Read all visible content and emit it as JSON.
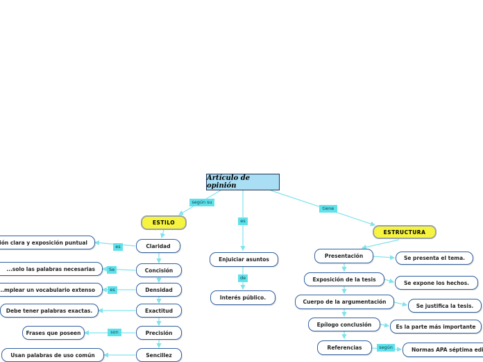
{
  "root": "Artículo de opinión",
  "branches": {
    "estilo": {
      "relation": "según su",
      "title": "ESTILO",
      "items": [
        {
          "label": "Claridad",
          "relation": "es",
          "detail": "...sión clara y exposición puntual"
        },
        {
          "label": "Concisión",
          "relation": "Se",
          "detail": "...solo las palabras necesarias"
        },
        {
          "label": "Densidad",
          "relation": "es",
          "detail": "...mplear un vocabulario extenso"
        },
        {
          "label": "Exactitud",
          "relation": "",
          "detail": "Debe tener palabras exactas."
        },
        {
          "label": "Precisión",
          "relation": "son",
          "detail": "Frases que poseen"
        },
        {
          "label": "Sencillez",
          "relation": "",
          "detail": "Usan palabras de uso común"
        }
      ]
    },
    "centro": {
      "relation": "es",
      "node": "Enjuiciar asuntos",
      "sub_relation": "de",
      "sub_node": "Interés público."
    },
    "estructura": {
      "relation": "tiene",
      "title": "ESTRUCTURA",
      "items": [
        {
          "label": "Presentación",
          "relation": "",
          "detail": "Se presenta el tema."
        },
        {
          "label": "Exposición de la tesis",
          "relation": "",
          "detail": "Se expone los hechos."
        },
        {
          "label": "Cuerpo de la argumentación",
          "relation": "",
          "detail": "Se justifica la tesis."
        },
        {
          "label": "Epílogo conclusión",
          "relation": "",
          "detail": "Es la parte más importante"
        },
        {
          "label": "Referencias",
          "relation": "según",
          "detail": "Normas APA séptima edic..."
        }
      ]
    }
  },
  "colors": {
    "root_fill": "#a9def4",
    "main_fill": "#f6f43e",
    "node_border": "#2f5f9e",
    "connector": "#7fe3ec",
    "label_fill": "#5fe1ea"
  }
}
